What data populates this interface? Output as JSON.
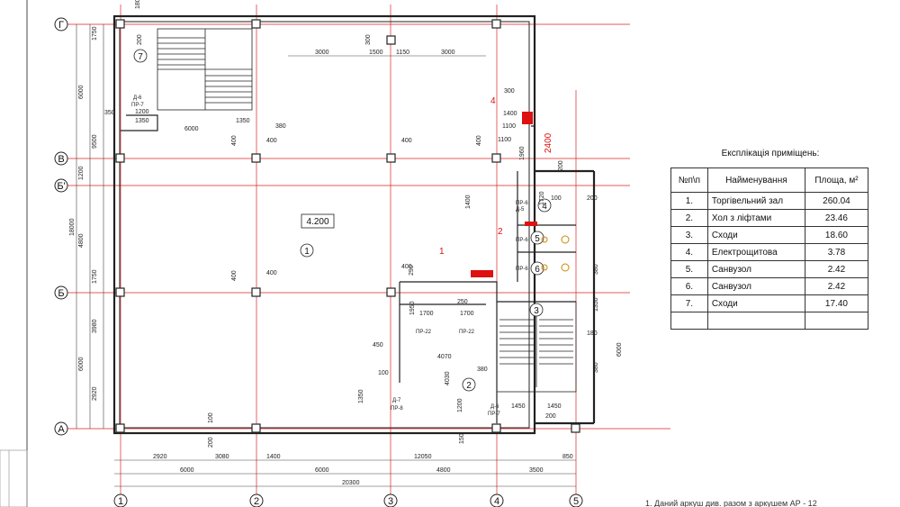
{
  "plan": {
    "elevation": "4.200",
    "axes_letters": [
      "Г",
      "В",
      "Б'",
      "Б",
      "А"
    ],
    "axes_numbers": [
      "1",
      "2",
      "3",
      "4",
      "5"
    ],
    "room_numbers": [
      "1",
      "2",
      "3",
      "4",
      "5",
      "6",
      "7"
    ],
    "section_marks": [
      "1",
      "2",
      "4"
    ],
    "dims_bottom_1": [
      "2920",
      "3080",
      "1400",
      "12050",
      "850"
    ],
    "dims_bottom_2": [
      "6000",
      "6000",
      "4800",
      "3500"
    ],
    "dims_total": "20300",
    "dims_left": [
      "6000",
      "9500",
      "1200",
      "18000",
      "4800",
      "6000"
    ],
    "dims_left_inner": [
      "1750",
      "1750",
      "3980",
      "2920",
      "350"
    ],
    "dims_top": [
      "3000",
      "1500",
      "1150",
      "3000",
      "300",
      "200",
      "180"
    ],
    "dims_interior": [
      "6000",
      "1350",
      "1350",
      "380",
      "1200",
      "400",
      "400",
      "400",
      "400",
      "400",
      "400",
      "300",
      "1400",
      "1100",
      "1100",
      "2400",
      "400",
      "1400",
      "1700",
      "1700",
      "250",
      "290",
      "450",
      "4070",
      "380",
      "100",
      "4030",
      "1350",
      "1450",
      "1450",
      "200",
      "200",
      "100",
      "380",
      "1350",
      "180",
      "380",
      "6000",
      "200",
      "1720",
      "1960",
      "1950",
      "200",
      "100",
      "150",
      "1200"
    ],
    "door_tags": [
      "Д-6",
      "ПР-7",
      "ПР-6",
      "Д-5",
      "ПР-6",
      "ПР-6",
      "ПР-22",
      "ПР-22",
      "Д-7",
      "ПР-8",
      "Д-6",
      "ПР-7"
    ]
  },
  "legend": {
    "title": "Експлікація приміщень:",
    "headers": [
      "№п\\п",
      "Найменування",
      "Площа, м²"
    ],
    "rows": [
      [
        "1.",
        "Торгівельний зал",
        "260.04"
      ],
      [
        "2.",
        "Хол з ліфтами",
        "23.46"
      ],
      [
        "3.",
        "Сходи",
        "18.60"
      ],
      [
        "4.",
        "Електрощитова",
        "3.78"
      ],
      [
        "5.",
        "Санвузол",
        "2.42"
      ],
      [
        "6.",
        "Санвузол",
        "2.42"
      ],
      [
        "7.",
        "Сходи",
        "17.40"
      ],
      [
        "",
        "",
        ""
      ]
    ]
  },
  "footnote": "1. Даний аркуш див. разом з аркушем АР - 12"
}
